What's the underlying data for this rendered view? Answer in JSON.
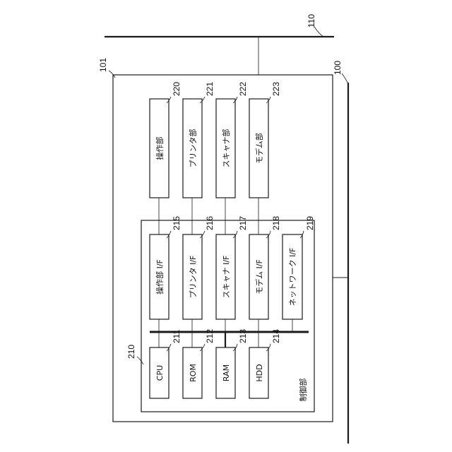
{
  "refs": {
    "net_110": "110",
    "net_100": "100",
    "device": "101",
    "control": "210",
    "cpu": "211",
    "rom": "212",
    "ram": "213",
    "hdd": "214",
    "op_if": "215",
    "printer_if": "216",
    "scanner_if": "217",
    "modem_if": "218",
    "network_if": "219",
    "op_unit": "220",
    "printer_unit": "221",
    "scanner_unit": "222",
    "modem_unit": "223"
  },
  "labels": {
    "control": "制御部",
    "cpu": "CPU",
    "rom": "ROM",
    "ram": "RAM",
    "hdd": "HDD",
    "op_if": "操作部 I/F",
    "printer_if": "プリンタ I/F",
    "scanner_if": "スキャナ I/F",
    "modem_if": "モデム I/F",
    "network_if": "ネットワーク I/F",
    "op_unit": "操作部",
    "printer_unit": "プリンタ部",
    "scanner_unit": "スキャナ部",
    "modem_unit": "モデム部"
  }
}
